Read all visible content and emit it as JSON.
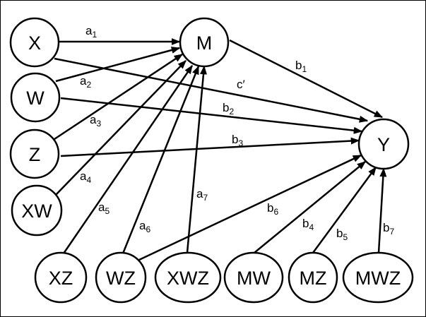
{
  "diagram": {
    "type": "path-diagram",
    "nodes": [
      {
        "id": "X",
        "label": "X"
      },
      {
        "id": "W",
        "label": "W"
      },
      {
        "id": "Z",
        "label": "Z"
      },
      {
        "id": "XW",
        "label": "XW"
      },
      {
        "id": "M",
        "label": "M"
      },
      {
        "id": "Y",
        "label": "Y"
      },
      {
        "id": "XZ",
        "label": "XZ"
      },
      {
        "id": "WZ",
        "label": "WZ"
      },
      {
        "id": "XWZ",
        "label": "XWZ"
      },
      {
        "id": "MW",
        "label": "MW"
      },
      {
        "id": "MZ",
        "label": "MZ"
      },
      {
        "id": "MWZ",
        "label": "MWZ"
      }
    ],
    "edges": [
      {
        "from": "X",
        "to": "M",
        "label": "a",
        "sub": "1"
      },
      {
        "from": "W",
        "to": "M",
        "label": "a",
        "sub": "2"
      },
      {
        "from": "Z",
        "to": "M",
        "label": "a",
        "sub": "3"
      },
      {
        "from": "XW",
        "to": "M",
        "label": "a",
        "sub": "4"
      },
      {
        "from": "XZ",
        "to": "M",
        "label": "a",
        "sub": "5"
      },
      {
        "from": "WZ",
        "to": "M",
        "label": "a",
        "sub": "6"
      },
      {
        "from": "XWZ",
        "to": "M",
        "label": "a",
        "sub": "7"
      },
      {
        "from": "M",
        "to": "Y",
        "label": "b",
        "sub": "1"
      },
      {
        "from": "X",
        "to": "Y",
        "label": "c′",
        "sub": ""
      },
      {
        "from": "W",
        "to": "Y",
        "label": "b",
        "sub": "2"
      },
      {
        "from": "Z",
        "to": "Y",
        "label": "b",
        "sub": "3"
      },
      {
        "from": "WZ",
        "to": "Y",
        "label": "b",
        "sub": "6"
      },
      {
        "from": "MW",
        "to": "Y",
        "label": "b",
        "sub": "4"
      },
      {
        "from": "MZ",
        "to": "Y",
        "label": "b",
        "sub": "5"
      },
      {
        "from": "MWZ",
        "to": "Y",
        "label": "b",
        "sub": "7"
      }
    ]
  }
}
